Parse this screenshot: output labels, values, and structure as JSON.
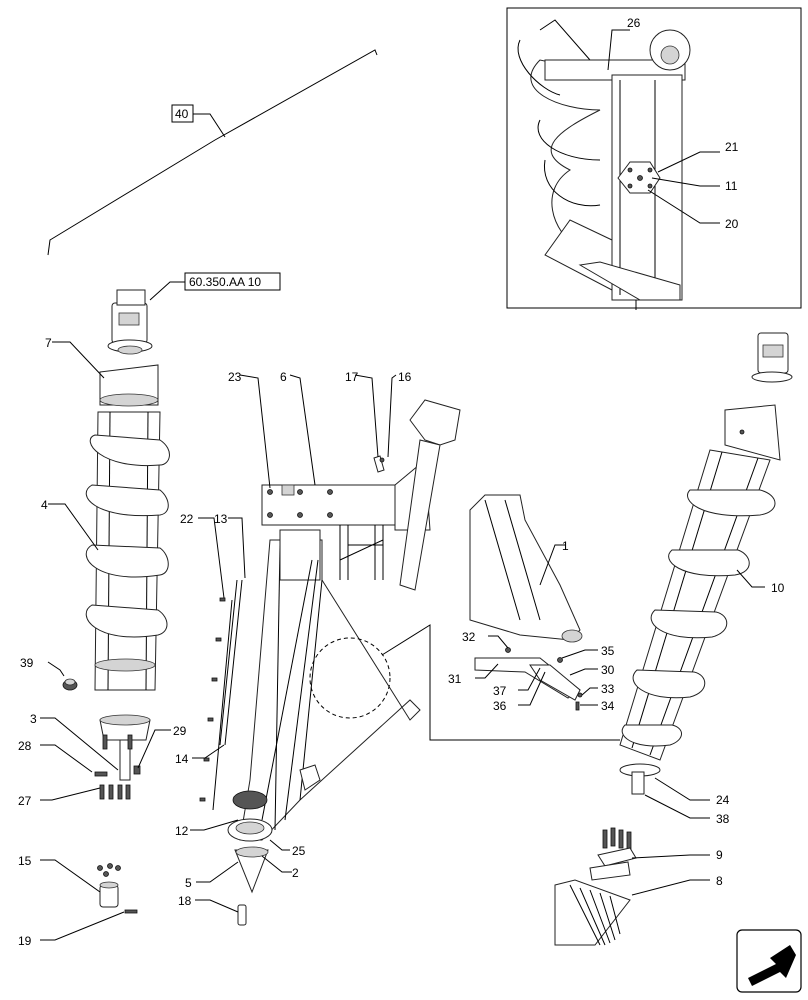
{
  "references": {
    "assembly_ref": "40",
    "sub_ref": "60.350.AA 10"
  },
  "callouts": {
    "c1": "1",
    "c2": "2",
    "c3": "3",
    "c4": "4",
    "c5": "5",
    "c6": "6",
    "c7": "7",
    "c8": "8",
    "c9": "9",
    "c10": "10",
    "c11": "11",
    "c12": "12",
    "c13": "13",
    "c14": "14",
    "c15": "15",
    "c16": "16",
    "c17": "17",
    "c18": "18",
    "c19": "19",
    "c20": "20",
    "c21": "21",
    "c22": "22",
    "c23": "23",
    "c24": "24",
    "c25": "25",
    "c26": "26",
    "c27": "27",
    "c28": "28",
    "c29": "29",
    "c30": "30",
    "c31": "31",
    "c32": "32",
    "c33": "33",
    "c34": "34",
    "c35": "35",
    "c36": "36",
    "c37": "37",
    "c38": "38",
    "c39": "39"
  },
  "icons": {
    "nav": "arrow-down-left-icon"
  }
}
